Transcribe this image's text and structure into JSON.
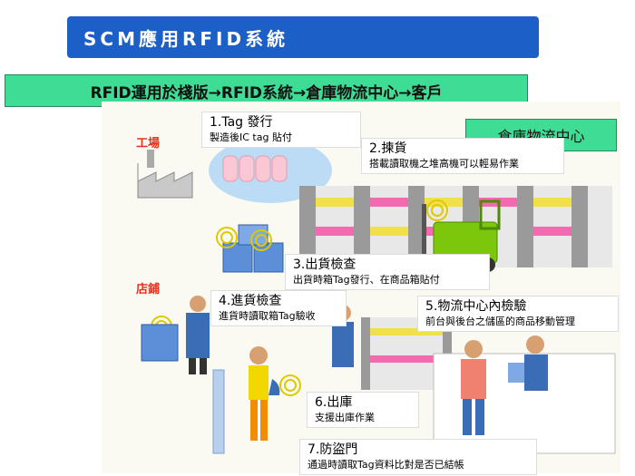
{
  "title": "SCM應用RFID系統",
  "flow_banner": "RFID運用於棧版→RFID系統→倉庫物流中心→客戶",
  "locations": {
    "factory": "工場",
    "store": "店鋪",
    "warehouse": "倉庫物流中心"
  },
  "steps": [
    {
      "title": "1.Tag 發行",
      "desc": "製造後IC tag 貼付"
    },
    {
      "title": "2.揀貨",
      "desc": "搭載讀取機之堆高機可以輕易作業"
    },
    {
      "title": "3.出貨檢查",
      "desc": "出貨時箱Tag發行、在商品箱貼付"
    },
    {
      "title": "4.進貨檢查",
      "desc": "進貨時讀取箱Tag驗收"
    },
    {
      "title": "5.物流中心內檢驗",
      "desc": "前台與後台之儲區的商品移動管理"
    },
    {
      "title": "6.出庫",
      "desc": "支援出庫作業"
    },
    {
      "title": "7.防盜門",
      "desc": "通過時讀取Tag資料比對是否已結帳"
    }
  ],
  "colors": {
    "title_bg": "#1b5fc7",
    "banner_bg": "#3fdc95",
    "location_text": "#e8321e",
    "forklift": "#7ac70c",
    "box": "#5b8fd8"
  }
}
